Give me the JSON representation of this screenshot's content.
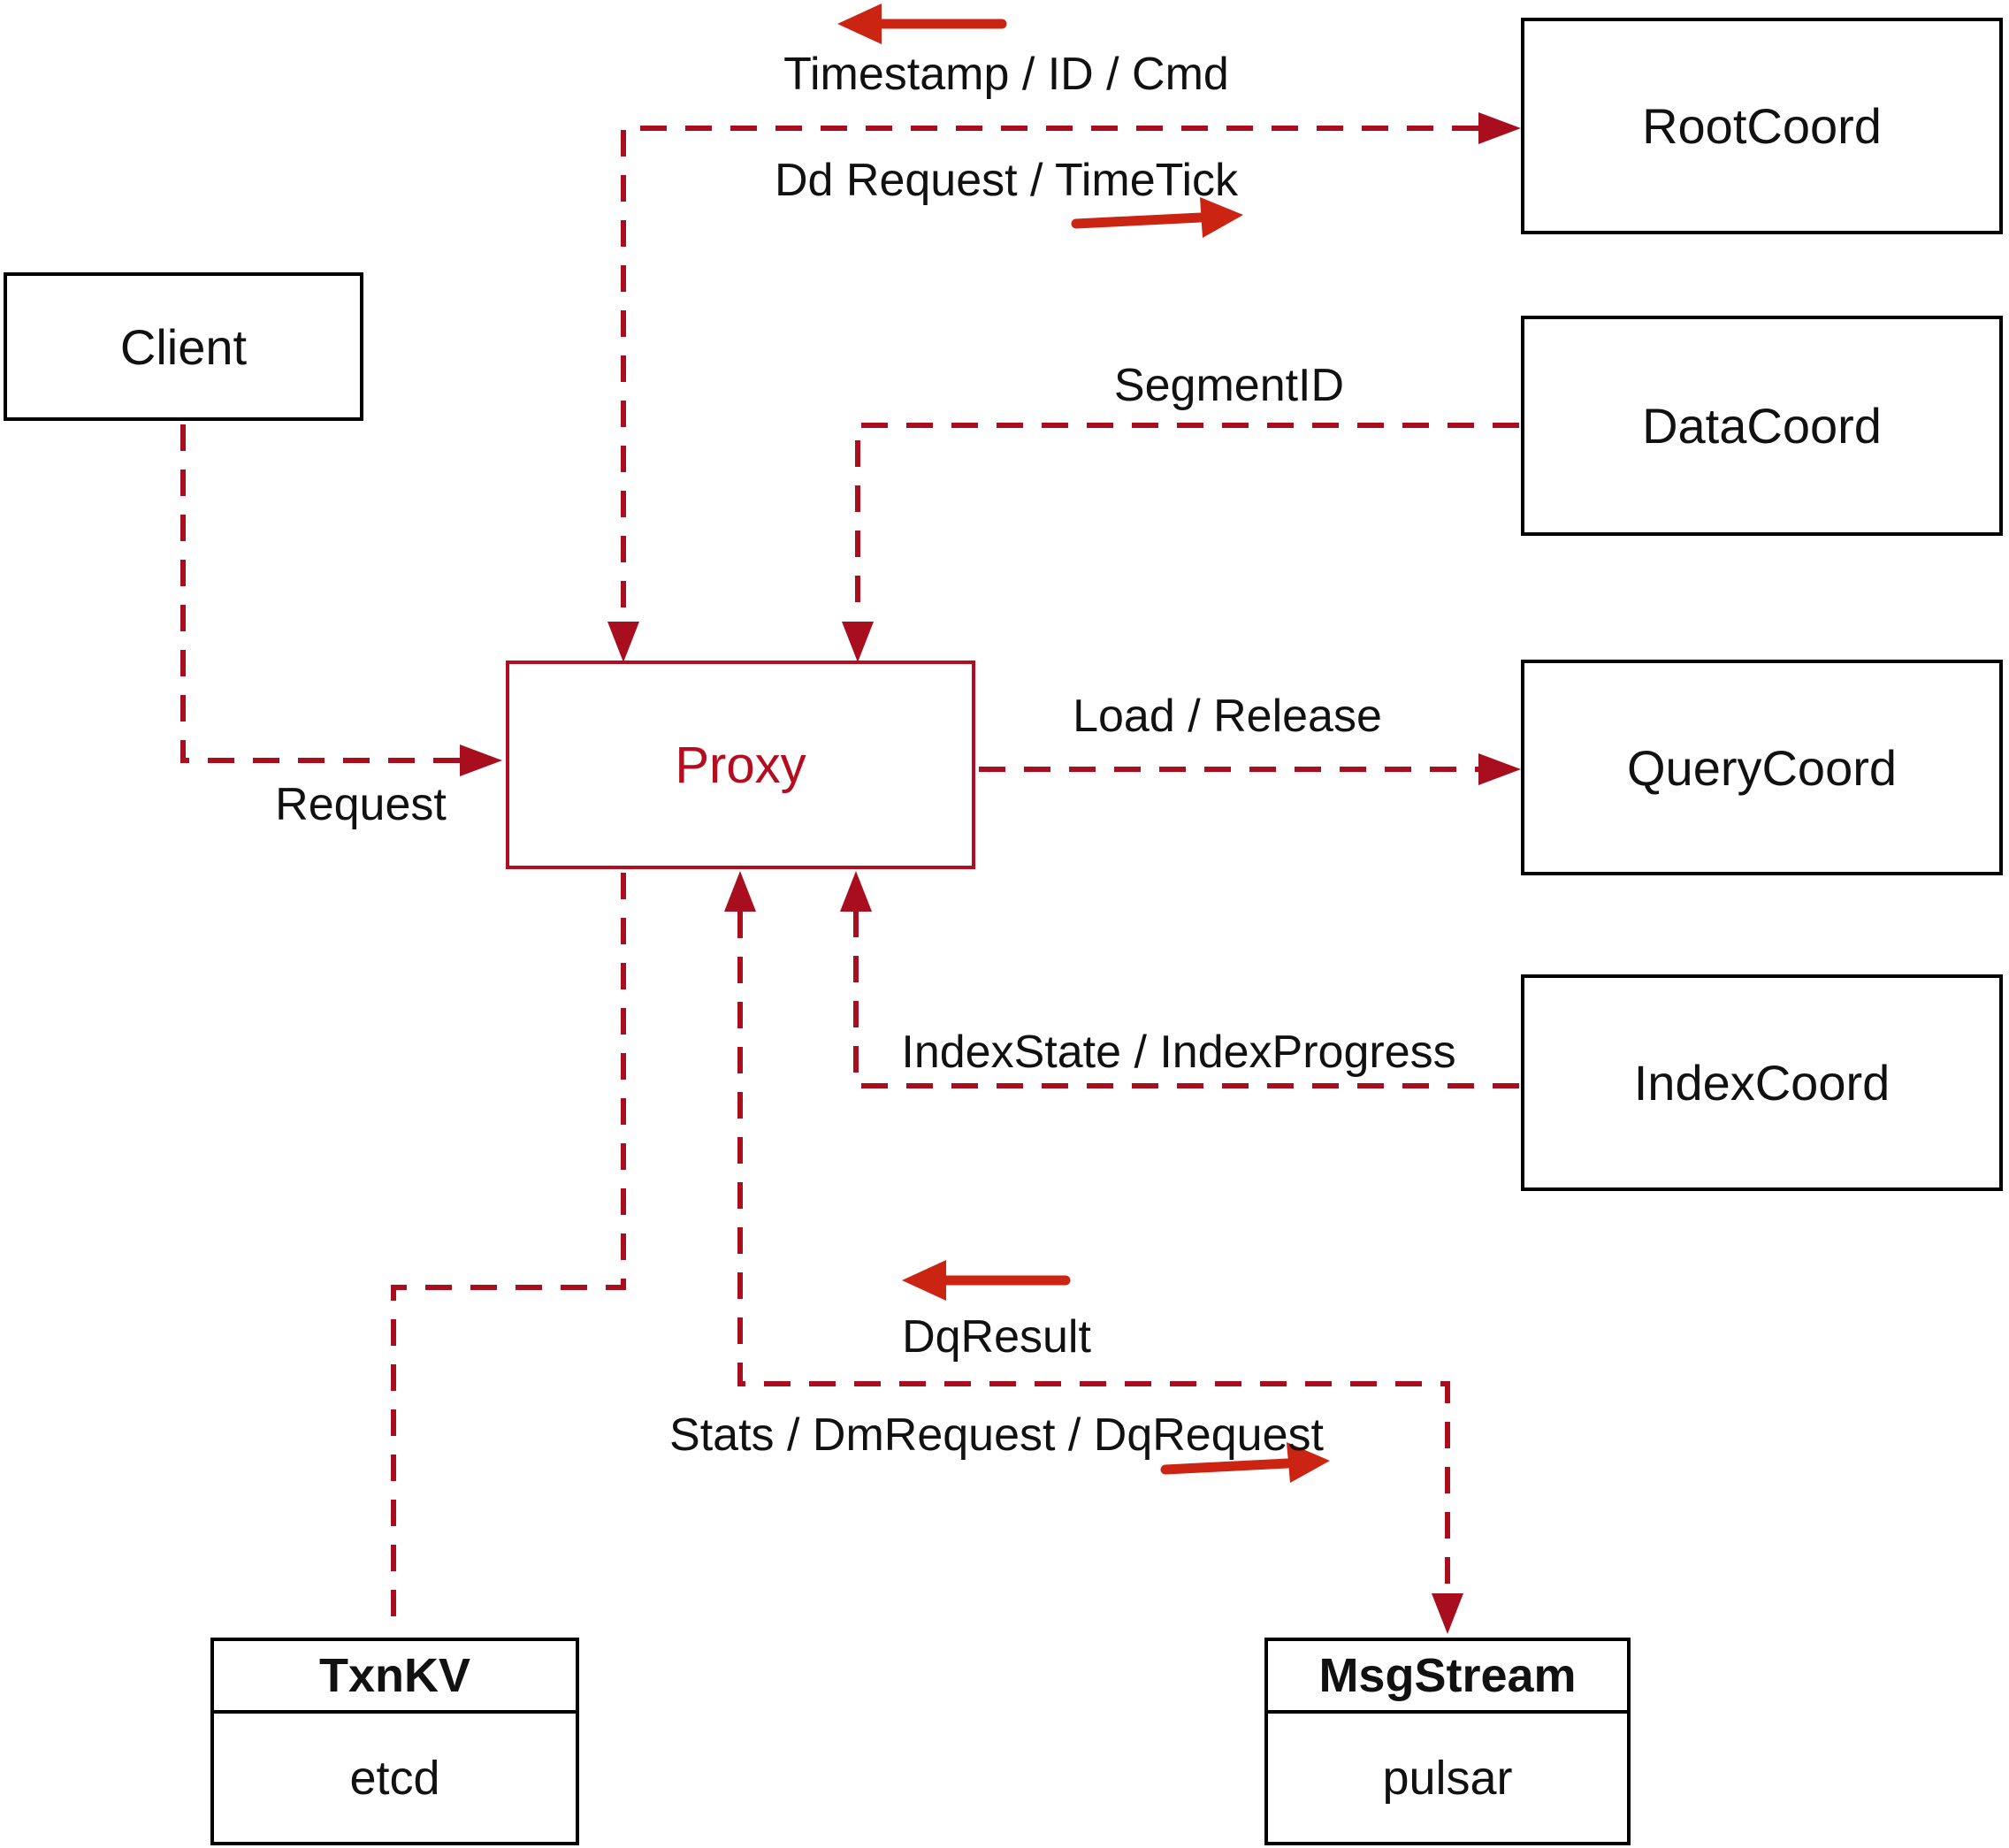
{
  "diagram": {
    "title": "Proxy architecture diagram",
    "nodes": {
      "client": {
        "label": "Client"
      },
      "proxy": {
        "label": "Proxy"
      },
      "root_coord": {
        "label": "RootCoord"
      },
      "data_coord": {
        "label": "DataCoord"
      },
      "query_coord": {
        "label": "QueryCoord"
      },
      "index_coord": {
        "label": "IndexCoord"
      },
      "txn_kv": {
        "title": "TxnKV",
        "subtitle": "etcd"
      },
      "msg_stream": {
        "title": "MsgStream",
        "subtitle": "pulsar"
      }
    },
    "edge_labels": {
      "timestamp": "Timestamp / ID / Cmd",
      "dd_request": "Dd Request / TimeTick",
      "segment_id": "SegmentID",
      "load_release": "Load / Release",
      "index_state": "IndexState / IndexProgress",
      "dq_result": "DqResult",
      "stats": "Stats / DmRequest / DqRequest",
      "request": "Request"
    },
    "icons": {
      "flow_left_top": "arrow-left-icon",
      "flow_right_top": "arrow-right-icon",
      "flow_left_bottom": "arrow-left-icon",
      "flow_right_bottom": "arrow-right-icon"
    },
    "colors": {
      "connector": "#a90e1e",
      "arrow": "#cc2413",
      "proxy": "#b50d20",
      "box_border": "#000000",
      "text": "#111111",
      "background": "#ffffff"
    }
  }
}
